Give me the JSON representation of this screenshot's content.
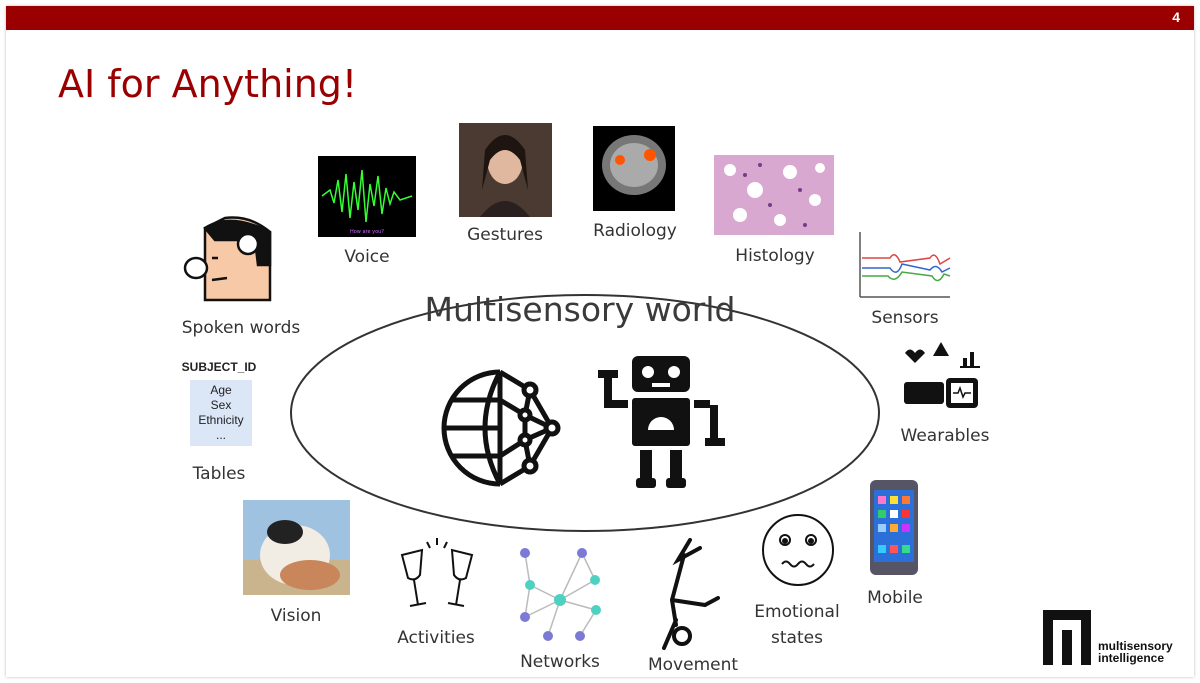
{
  "slide": {
    "page_number": "4",
    "title": "AI for Anything!",
    "center_label": "Multisensory world",
    "accent_color": "#9b0000"
  },
  "modalities": {
    "voice": "Voice",
    "voice_caption": "How are you?",
    "gestures": "Gestures",
    "radiology": "Radiology",
    "histology": "Histology",
    "sensors": "Sensors",
    "wearables": "Wearables",
    "mobile": "Mobile",
    "emotional": "Emotional states",
    "movement": "Movement",
    "networks": "Networks",
    "activities": "Activities",
    "vision": "Vision",
    "tables": "Tables",
    "spoken": "Spoken words"
  },
  "table_example": {
    "header": "SUBJECT_ID",
    "rows": [
      "Age",
      "Sex",
      "Ethnicity",
      "..."
    ]
  },
  "logo": {
    "line1": "multisensory",
    "line2": "intelligence"
  }
}
